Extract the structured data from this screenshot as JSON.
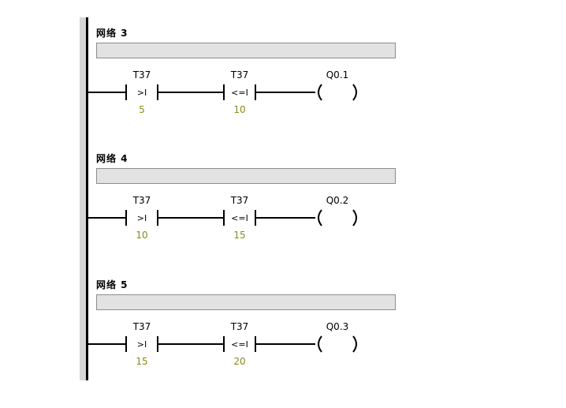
{
  "networks": [
    {
      "title": "网络 3",
      "contact1": {
        "address": "T37",
        "operator": ">I",
        "value": "5"
      },
      "contact2": {
        "address": "T37",
        "operator": "<=I",
        "value": "10"
      },
      "coil": {
        "address": "Q0.1"
      }
    },
    {
      "title": "网络 4",
      "contact1": {
        "address": "T37",
        "operator": ">I",
        "value": "10"
      },
      "contact2": {
        "address": "T37",
        "operator": "<=I",
        "value": "15"
      },
      "coil": {
        "address": "Q0.2"
      }
    },
    {
      "title": "网络 5",
      "contact1": {
        "address": "T37",
        "operator": ">I",
        "value": "15"
      },
      "contact2": {
        "address": "T37",
        "operator": "<=I",
        "value": "20"
      },
      "coil": {
        "address": "Q0.3"
      }
    }
  ],
  "colors": {
    "rail": "#000000",
    "rail_shadow": "#d6d6d6",
    "comment_bar": "#e2e2e2",
    "compare_value": "#8a8a1a"
  }
}
